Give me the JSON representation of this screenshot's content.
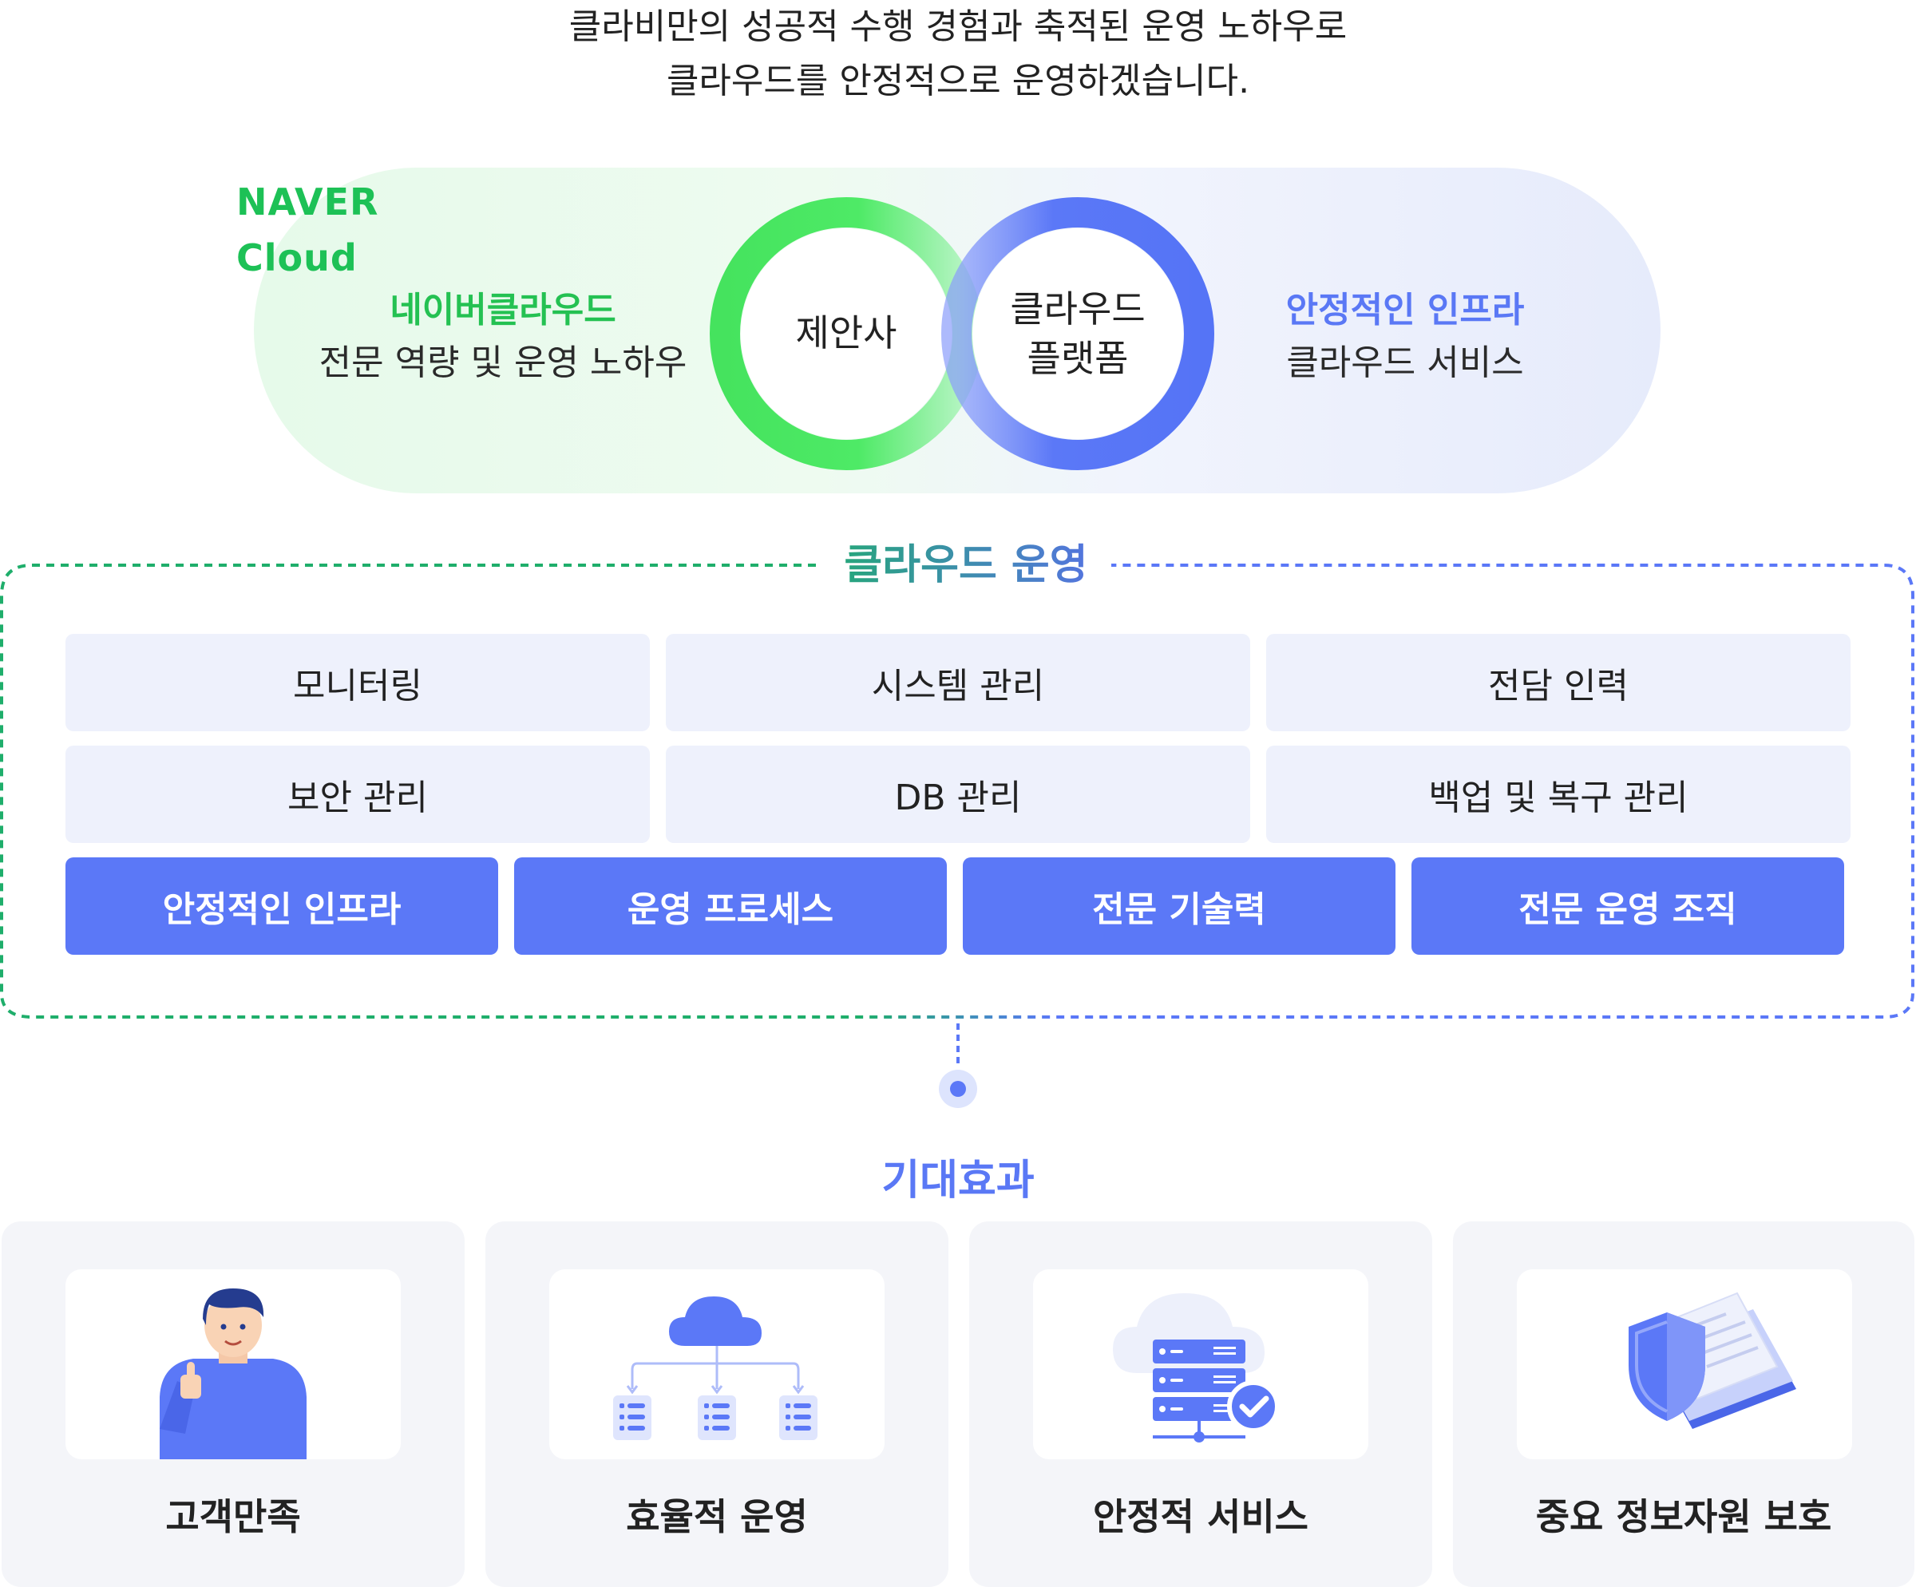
{
  "intro": {
    "line1": "클라비만의 성공적 수행 경험과 축적된 운영 노하우로",
    "line2": "클라우드를 안정적으로 운영하겠습니다."
  },
  "logo": {
    "line1": "NAVER",
    "line2": "Cloud"
  },
  "left": {
    "title": "네이버클라우드",
    "subtitle": "전문 역량 및 운영 노하우"
  },
  "right": {
    "title": "안정적인 인프라",
    "subtitle": "클라우드 서비스"
  },
  "rings": {
    "left_label": "제안사",
    "right_label_line1": "클라우드",
    "right_label_line2": "플랫폼"
  },
  "operations": {
    "title": "클라우드 운영",
    "cells": [
      "모니터링",
      "시스템 관리",
      "전담 인력",
      "보안 관리",
      "DB 관리",
      "백업 및 복구 관리"
    ],
    "pills": [
      "안정적인 인프라",
      "운영 프로세스",
      "전문 기술력",
      "전문 운영 조직"
    ]
  },
  "effects": {
    "title": "기대효과",
    "cards": [
      {
        "label": "고객만족",
        "icon": "thumbs-up-person-icon"
      },
      {
        "label": "효율적 운영",
        "icon": "cloud-network-icon"
      },
      {
        "label": "안정적 서비스",
        "icon": "server-check-icon"
      },
      {
        "label": "중요 정보자원 보호",
        "icon": "shield-documents-icon"
      }
    ]
  },
  "colors": {
    "green": "#24c152",
    "blue": "#5b78f7",
    "cell_bg": "#eef1fc",
    "card_bg": "#f4f5f9"
  }
}
